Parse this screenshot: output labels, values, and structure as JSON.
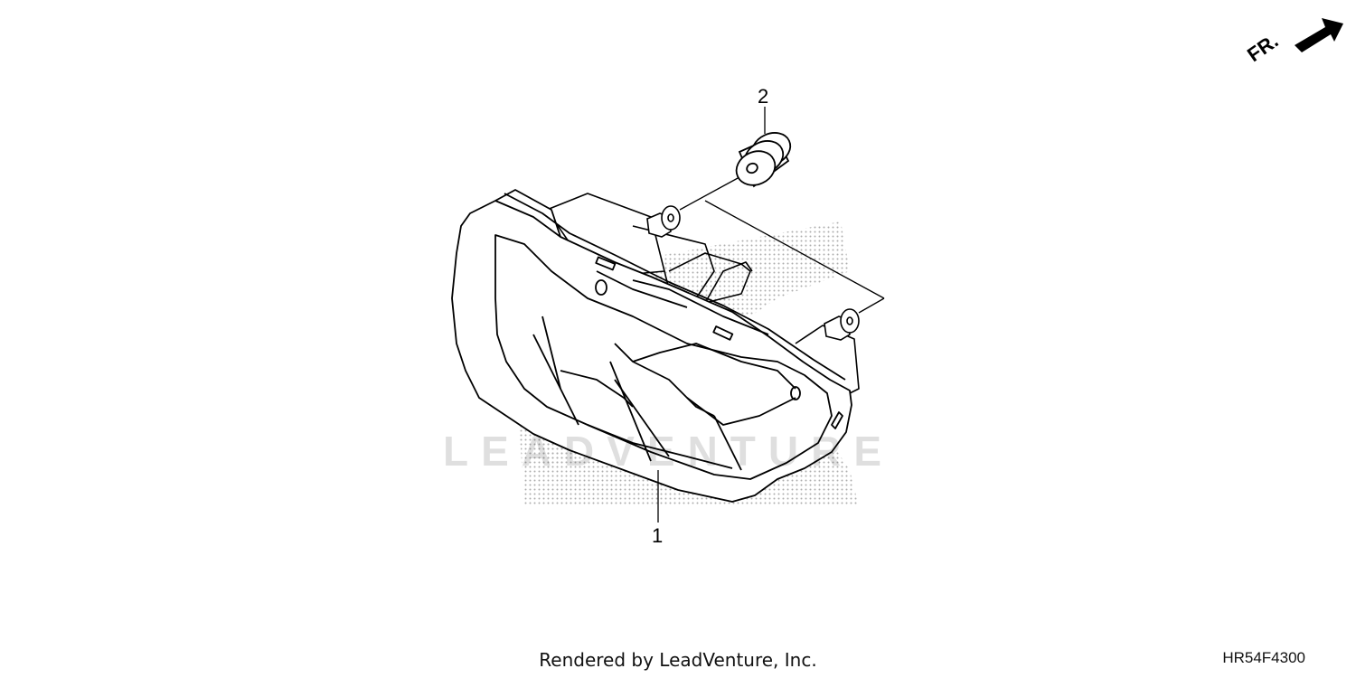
{
  "diagram": {
    "parts": [
      {
        "callout": "1"
      },
      {
        "callout": "2"
      }
    ],
    "front_indicator": "FR.",
    "watermark": "LEADVENTURE",
    "footer_credit": "Rendered by LeadVenture, Inc.",
    "diagram_code": "HR54F4300"
  },
  "colors": {
    "line": "#000000",
    "background": "#ffffff",
    "halftone": "#000000"
  },
  "icons": {
    "front_arrow": "arrow-right-up-icon"
  }
}
